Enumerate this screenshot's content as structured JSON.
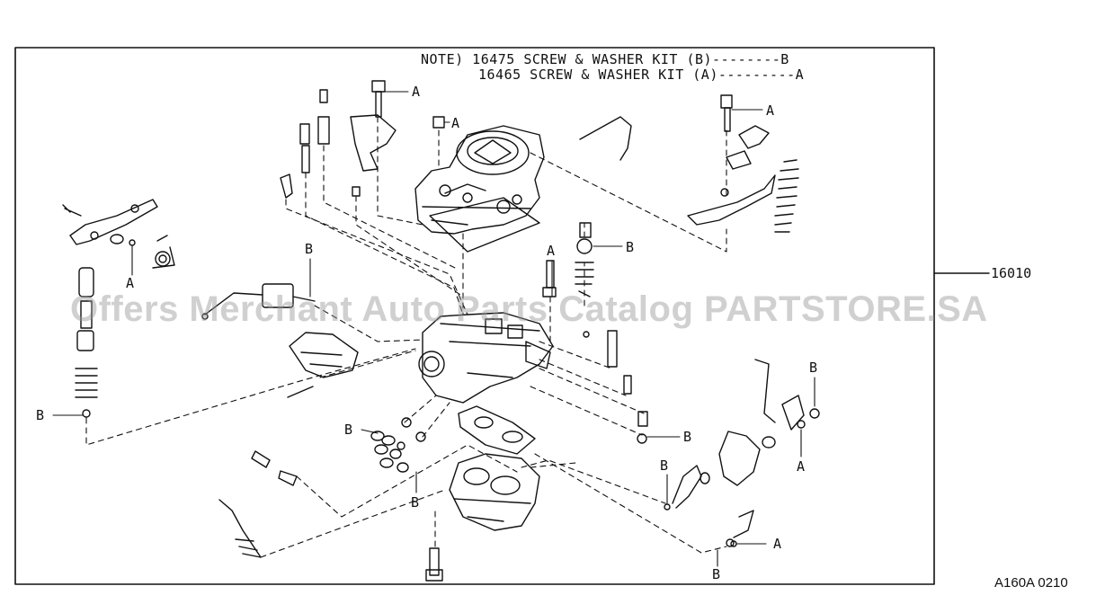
{
  "notes": {
    "line1": "NOTE) 16475 SCREW & WASHER KIT (B)--------B",
    "line2": "16465 SCREW & WASHER KIT (A)---------A"
  },
  "part_number": "16010",
  "diagram_code": "A160A 0210",
  "watermark": "Offers Merchant Auto Parts Catalog PARTSTORE.SA",
  "callouts": {
    "a": "A",
    "b": "B"
  },
  "colors": {
    "line": "#111111",
    "watermark": "#9a9a9a",
    "background": "#ffffff"
  }
}
